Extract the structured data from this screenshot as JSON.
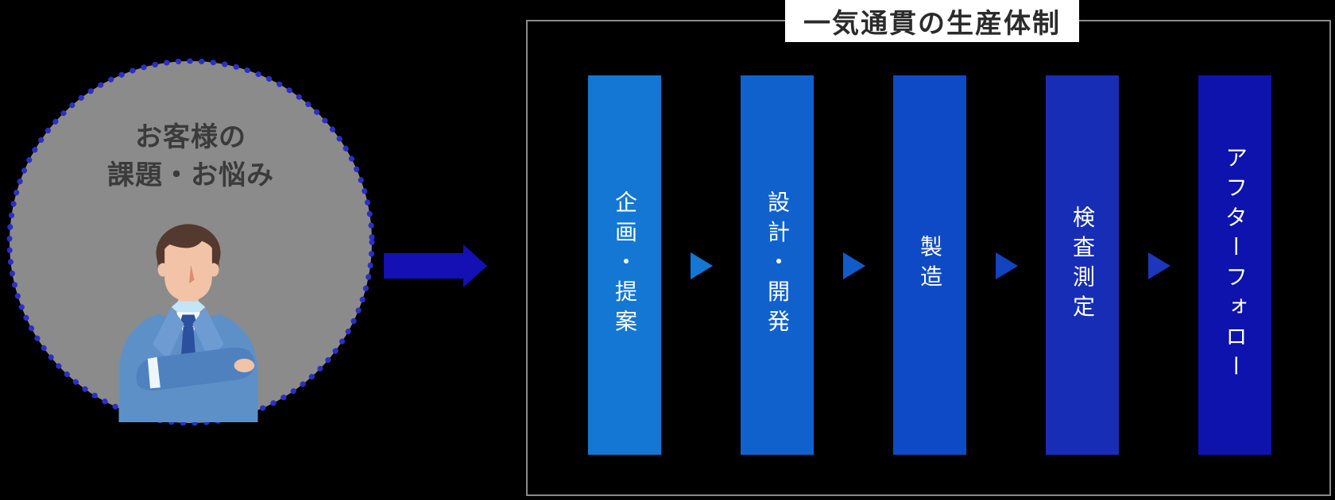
{
  "title": {
    "text": "一気通貫の生産体制"
  },
  "customer": {
    "line1": "お客様の",
    "line2": "課題・お悩み",
    "circle_fill": "#8b8b8b",
    "dot_color": "#2b2fc8",
    "text_color": "#3b3b3b",
    "illustration": "businessman-arms-crossed"
  },
  "flow_arrow": {
    "color": "#1410b4"
  },
  "steps": [
    {
      "label": "企画・提案",
      "color": "#1377d3"
    },
    {
      "label": "設計・開発",
      "color": "#1161cd"
    },
    {
      "label": "製造",
      "color": "#0f4ac6"
    },
    {
      "label": "検査測定",
      "color": "#172db6"
    },
    {
      "label": "アフターフォロー",
      "color": "#0d13ac"
    }
  ],
  "connectors": [
    {
      "color": "#1377d3"
    },
    {
      "color": "#125bca"
    },
    {
      "color": "#1243c1"
    },
    {
      "color": "#1c36bc"
    }
  ]
}
